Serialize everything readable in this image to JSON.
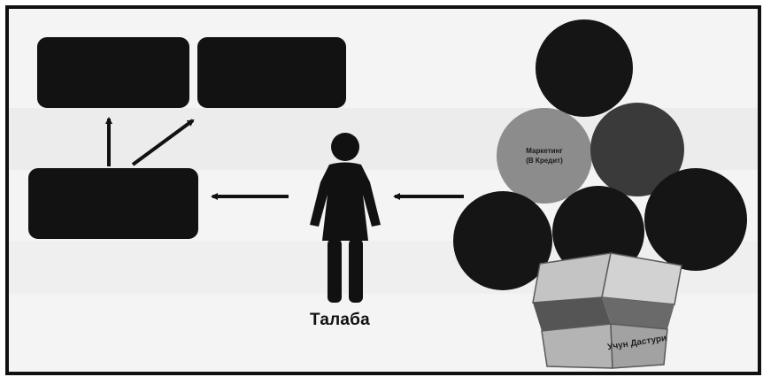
{
  "person": {
    "caption": "Талаба",
    "icon": "person-icon"
  },
  "orb_labels": {
    "line1": "Маркетинг",
    "line2": "(В Кредит)"
  },
  "box_label": "Учун Дастури",
  "colors": {
    "frame": "#111111",
    "box": "#121212",
    "orb_dark": "#151515",
    "orb_mid": "#3a3a3a",
    "orb_light": "#8c8c8c",
    "crate": "#b9b9b9"
  }
}
